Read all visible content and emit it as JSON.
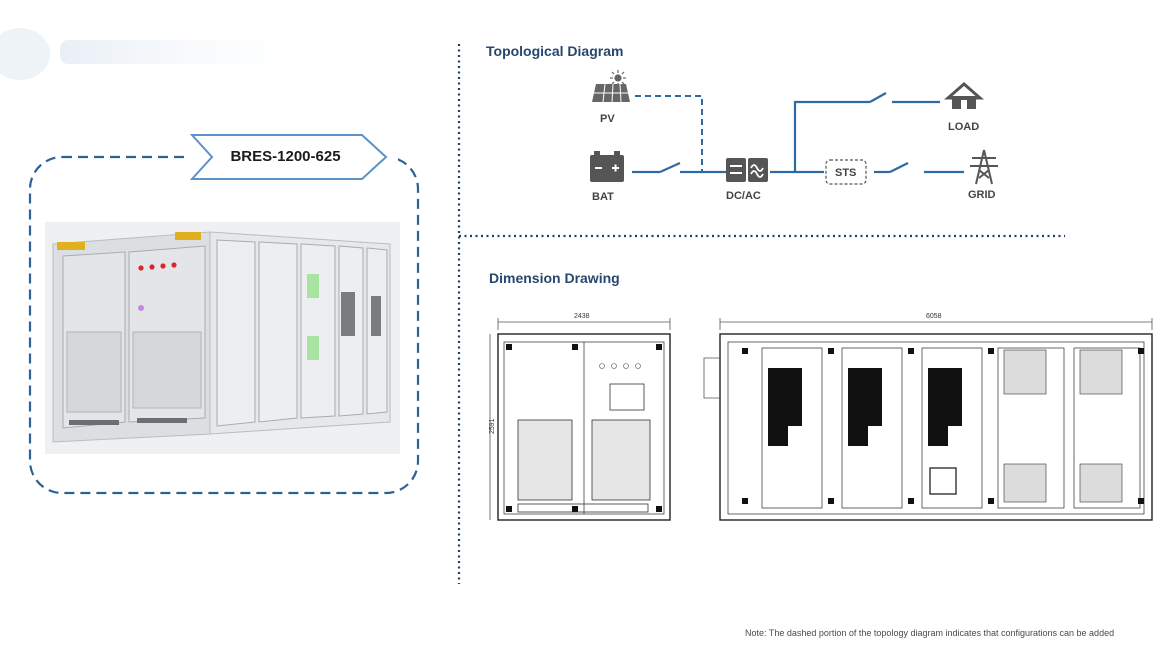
{
  "product": {
    "model": "BRES-1200-625"
  },
  "topology": {
    "title": "Topological Diagram",
    "nodes": {
      "pv": "PV",
      "bat": "BAT",
      "dcac": "DC/AC",
      "sts": "STS",
      "load": "LOAD",
      "grid": "GRID"
    }
  },
  "dimension": {
    "title": "Dimension Drawing",
    "width_label": "2438",
    "length_label": "6058",
    "height_label": "2591"
  },
  "footnote": "Note: The dashed portion of the topology diagram indicates that configurations can be added",
  "colors": {
    "accent": "#2f6aa3",
    "frame": "#2d6195",
    "title": "#26476e",
    "icon": "#555555"
  }
}
